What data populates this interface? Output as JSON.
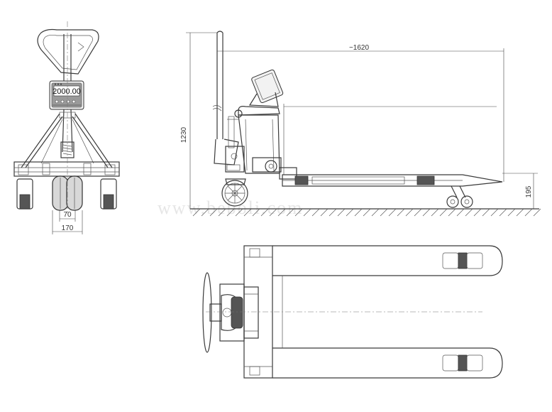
{
  "front_view": {
    "display_readout": "2000.00",
    "dim_inner_width": "70",
    "dim_outer_width": "170"
  },
  "side_view": {
    "dim_length": "~1620",
    "dim_height": "1230",
    "dim_fork_height": "195"
  },
  "watermark": "www.beboli.com",
  "colors": {
    "line": "#3a3a3a",
    "display_screen": "#ffffff",
    "display_panel": "#9a9a9a"
  }
}
